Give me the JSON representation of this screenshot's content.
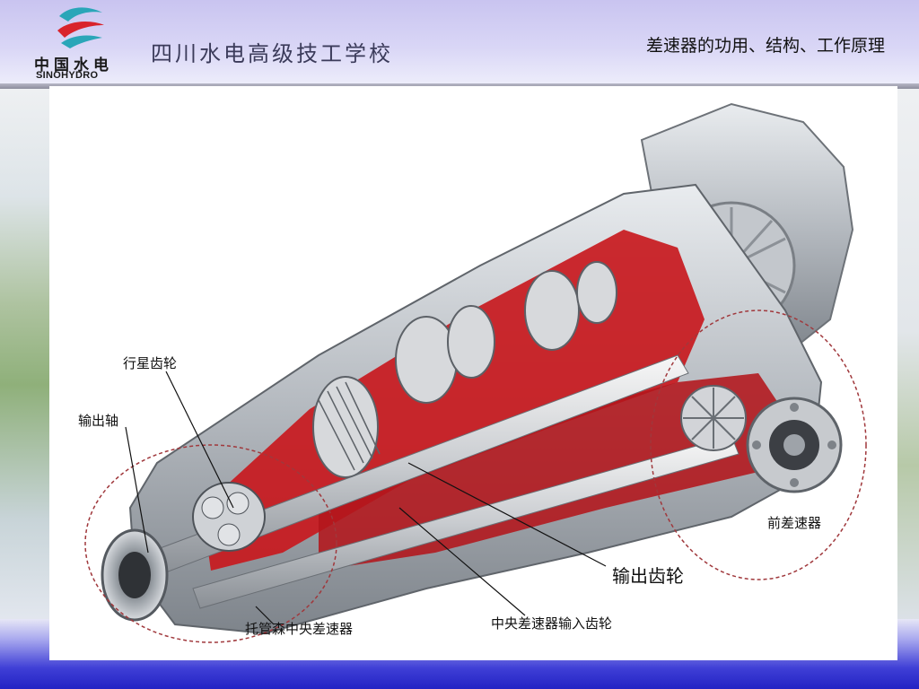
{
  "header": {
    "logo_cn": "中国水电",
    "logo_en": "SINOHYDRO",
    "school_name": "四川水电高级技工学校",
    "slide_title": "差速器的功用、结构、工作原理"
  },
  "diagram": {
    "labels": {
      "planetary_gear": "行星齿轮",
      "output_shaft": "输出轴",
      "front_differential": "前差速器",
      "output_gear": "输出齿轮",
      "torsen_center_diff": "托管森中央差速器",
      "center_diff_input_gear": "中央差速器输入齿轮"
    }
  },
  "colors": {
    "cutaway_red": "#c8191e",
    "housing_gray": "#b9bec4"
  }
}
